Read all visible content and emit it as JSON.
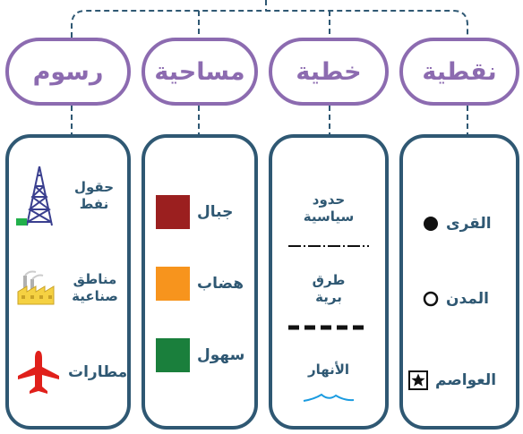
{
  "categories": [
    {
      "title": "نقطية",
      "items": [
        "القرى",
        "المدن",
        "العواصم"
      ]
    },
    {
      "title": "خطية",
      "items": [
        "حدود سياسية",
        "طرق برية",
        "الأنهار"
      ]
    },
    {
      "title": "مساحية",
      "items": [
        "جبال",
        "هضاب",
        "سهول"
      ]
    },
    {
      "title": "رسوم",
      "items": [
        "حقول نفط",
        "مناطق صناعية",
        "مطارات"
      ]
    }
  ],
  "colors": {
    "pill_border": "#8c6bb0",
    "panel_border": "#2f5873",
    "connector": "#2f5873",
    "mountains": "#9b1f1f",
    "plateaus": "#f7941d",
    "plains": "#1a7f3c",
    "river": "#1a9be0",
    "airport": "#e0201b",
    "oil_tower": "#3a3f8f"
  },
  "icons": [
    "filled-circle-icon",
    "open-circle-icon",
    "star-box-icon",
    "oil-derrick-icon",
    "factory-icon",
    "airplane-icon"
  ]
}
